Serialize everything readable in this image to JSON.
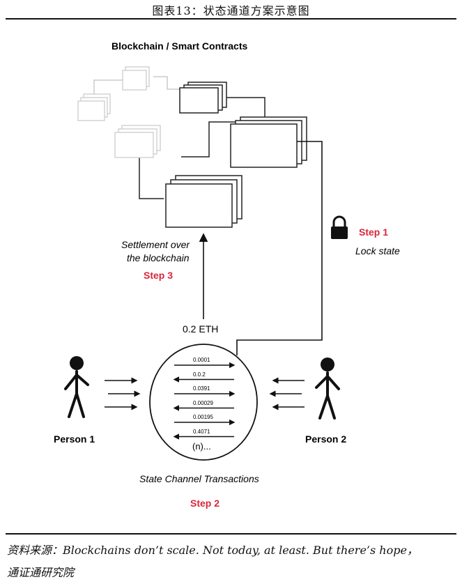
{
  "header": {
    "figure_title": "图表13：状态通道方案示意图"
  },
  "diagram": {
    "blockchain_title": "Blockchain / Smart Contracts",
    "settlement_line1": "Settlement over",
    "settlement_line2": "the blockchain",
    "step3": "Step 3",
    "step1": "Step 1",
    "lock_state": "Lock state",
    "amount": "0.2 ETH",
    "person1": "Person 1",
    "person2": "Person 2",
    "channel_label": "State Channel Transactions",
    "step2": "Step 2",
    "transactions": [
      {
        "value": "0.0001",
        "direction": "right"
      },
      {
        "value": "0.0.2",
        "direction": "left"
      },
      {
        "value": "0.0391",
        "direction": "right"
      },
      {
        "value": "0.00029",
        "direction": "left"
      },
      {
        "value": "0.00195",
        "direction": "right"
      },
      {
        "value": "0.4071",
        "direction": "left"
      }
    ],
    "more": "(n)...",
    "accent_color": "#d9263c"
  },
  "footer": {
    "source_line1": "资料来源：Blockchains don’t scale. Not today, at least. But there’s hope，",
    "source_line2": "通证通研究院"
  }
}
